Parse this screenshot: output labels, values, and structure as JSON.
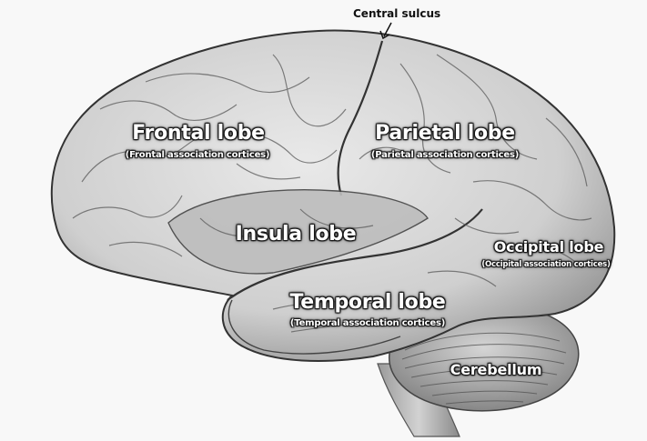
{
  "diagram": {
    "top_annotation": "Central sulcus",
    "labels": {
      "frontal": {
        "name": "Frontal lobe",
        "sub": "(Frontal association cortices)"
      },
      "parietal": {
        "name": "Parietal lobe",
        "sub": "(Parietal association cortices)"
      },
      "insula": {
        "name": "Insula lobe"
      },
      "occipital": {
        "name": "Occipital lobe",
        "sub": "(Occipital association cortices)"
      },
      "temporal": {
        "name": "Temporal lobe",
        "sub": "(Temporal association cortices)"
      },
      "cerebellum": {
        "name": "Cerebellum"
      }
    }
  }
}
